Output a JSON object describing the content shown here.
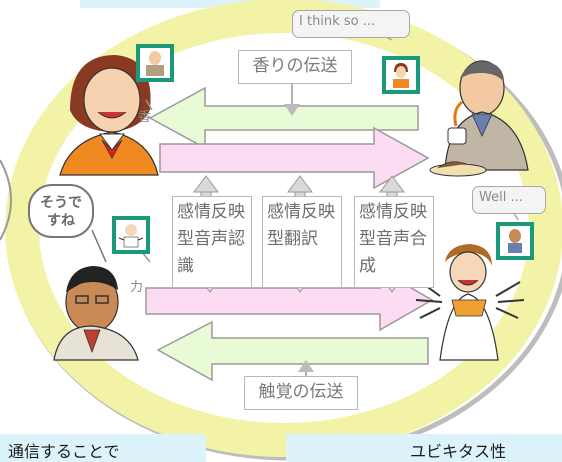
{
  "labels": {
    "aroma": "香りの伝送",
    "haptic": "触覚の伝送",
    "kou": "香",
    "chikara": "力"
  },
  "features": [
    "感情反映型音声認識",
    "感情反映型翻訳",
    "感情反映型音声合成"
  ],
  "bubbles": {
    "think": "I think so ...",
    "well": "Well ...",
    "sou": "そうですね"
  },
  "captions": {
    "left": "通信することで",
    "right": "ユビキタス性"
  },
  "colors": {
    "ring": "#f3f3a8",
    "arrow_green": "#e9fbd6",
    "arrow_pink": "#fbdcf3",
    "frame": "#1a9a7a",
    "caption_bg": "#dcf3fa"
  }
}
